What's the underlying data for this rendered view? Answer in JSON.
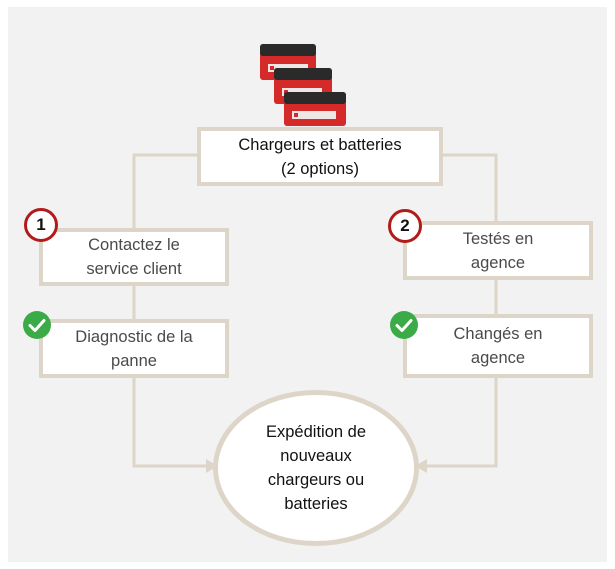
{
  "diagram": {
    "top_box": "Chargeurs et batteries\n(2 options)",
    "left": {
      "badge": "1",
      "step_1": "Contactez le\nservice client",
      "step_2": "Diagnostic de la\npanne"
    },
    "right": {
      "badge": "2",
      "step_1": "Testés en\nagence",
      "step_2": "Changés en\nagence"
    },
    "result": "Expédition de\nnouveaux\nchargeurs ou\nbatteries"
  },
  "colors": {
    "connector": "#ddd5c8",
    "badge_ring": "#b31b1b",
    "check_green": "#3bab48",
    "battery_red": "#d42a2a"
  },
  "icons": [
    "battery-pack-image",
    "check-icon"
  ]
}
